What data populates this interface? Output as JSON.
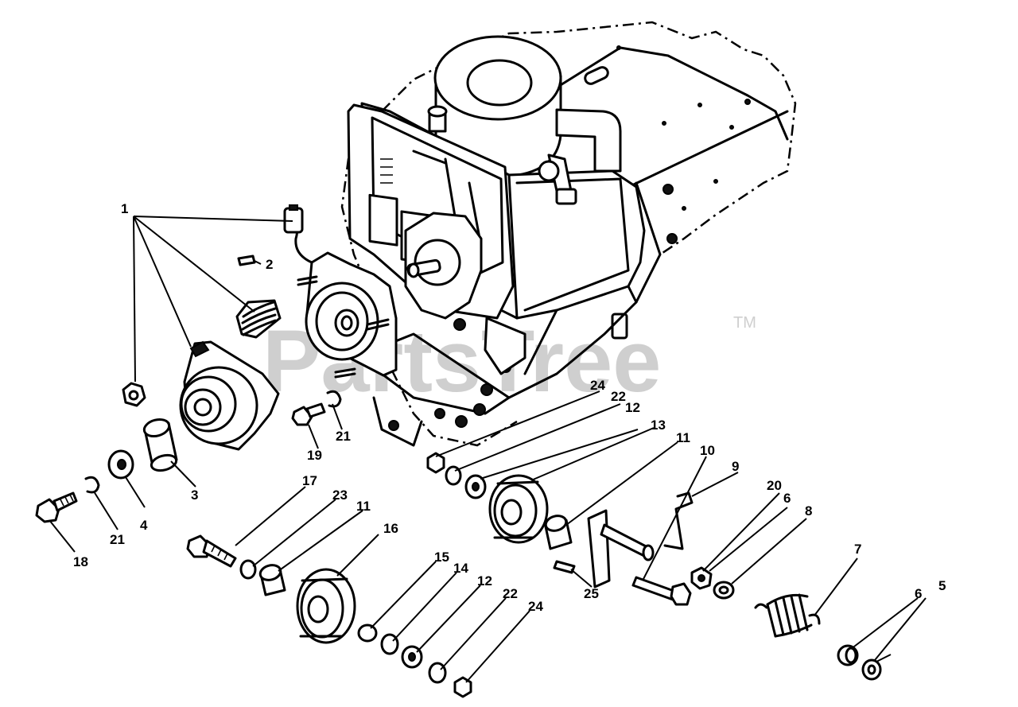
{
  "watermark": {
    "text": "PartsTree",
    "trademark": "TM"
  },
  "callouts": [
    {
      "label": "1"
    },
    {
      "label": "2"
    },
    {
      "label": "3"
    },
    {
      "label": "4"
    },
    {
      "label": "5"
    },
    {
      "label": "6"
    },
    {
      "label": "6"
    },
    {
      "label": "7"
    },
    {
      "label": "8"
    },
    {
      "label": "9"
    },
    {
      "label": "10"
    },
    {
      "label": "11"
    },
    {
      "label": "11"
    },
    {
      "label": "12"
    },
    {
      "label": "12"
    },
    {
      "label": "13"
    },
    {
      "label": "14"
    },
    {
      "label": "15"
    },
    {
      "label": "16"
    },
    {
      "label": "17"
    },
    {
      "label": "18"
    },
    {
      "label": "19"
    },
    {
      "label": "20"
    },
    {
      "label": "21"
    },
    {
      "label": "21"
    },
    {
      "label": "22"
    },
    {
      "label": "22"
    },
    {
      "label": "23"
    },
    {
      "label": "24"
    },
    {
      "label": "24"
    },
    {
      "label": "25"
    }
  ]
}
